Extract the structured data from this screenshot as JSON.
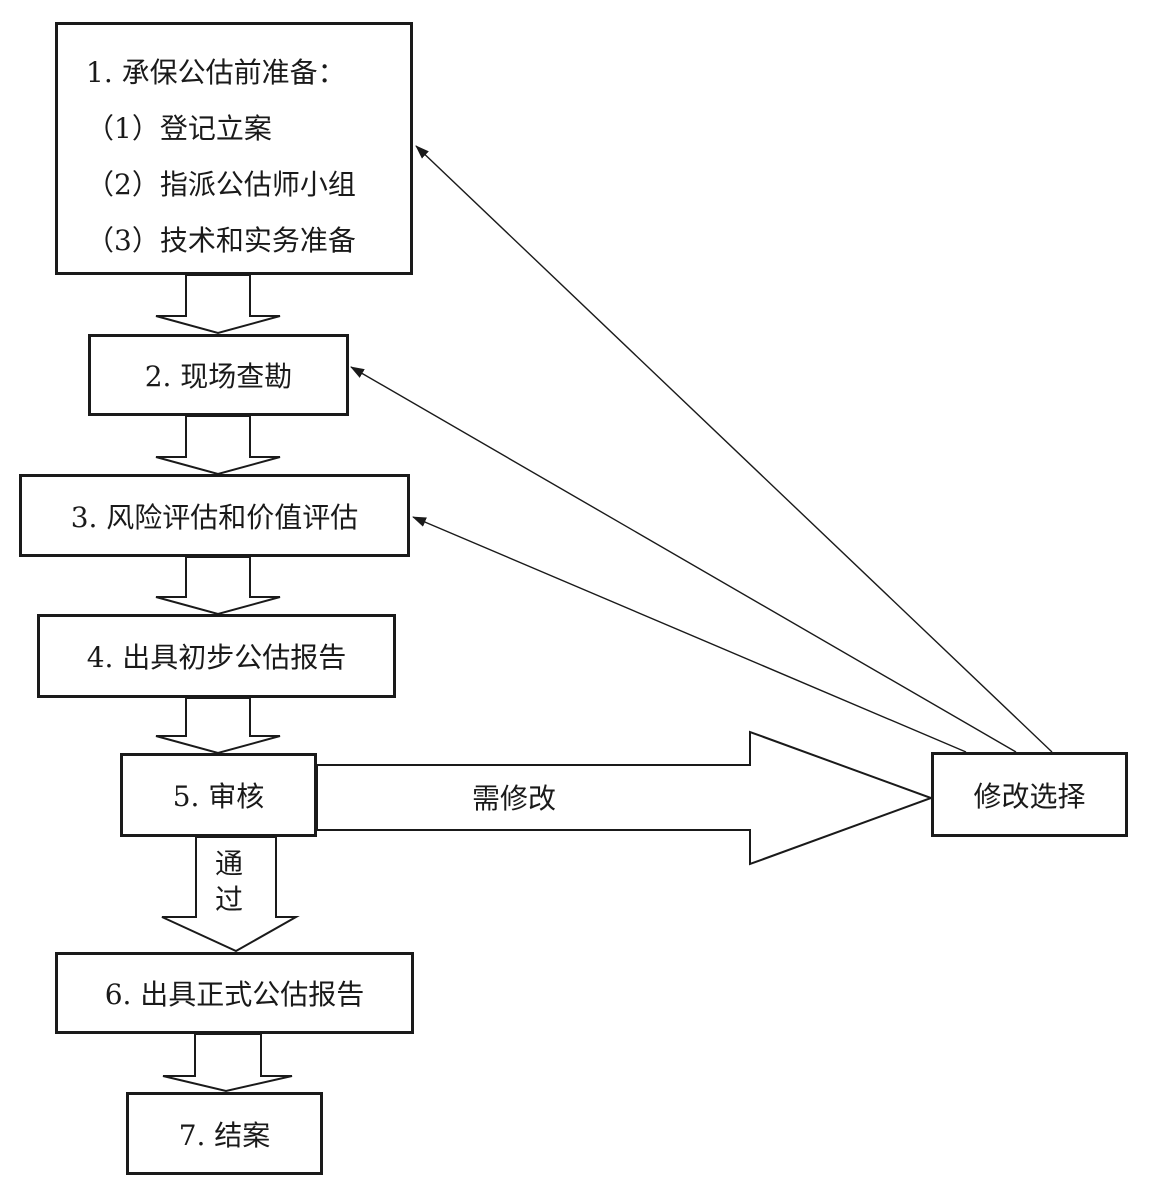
{
  "boxes": {
    "step1": {
      "title": "1. 承保公估前准备：",
      "items": [
        "（1）登记立案",
        "（2）指派公估师小组",
        "（3）技术和实务准备"
      ]
    },
    "step2": "2. 现场查勘",
    "step3": "3. 风险评估和价值评估",
    "step4": "4. 出具初步公估报告",
    "step5": "5. 审核",
    "step6": "6. 出具正式公估报告",
    "step7": "7. 结案",
    "revise": "修改选择"
  },
  "labels": {
    "needs_revision": "需修改",
    "pass_line1": "通",
    "pass_line2": "过"
  },
  "colors": {
    "stroke": "#1a1a1a",
    "fill": "#ffffff"
  }
}
